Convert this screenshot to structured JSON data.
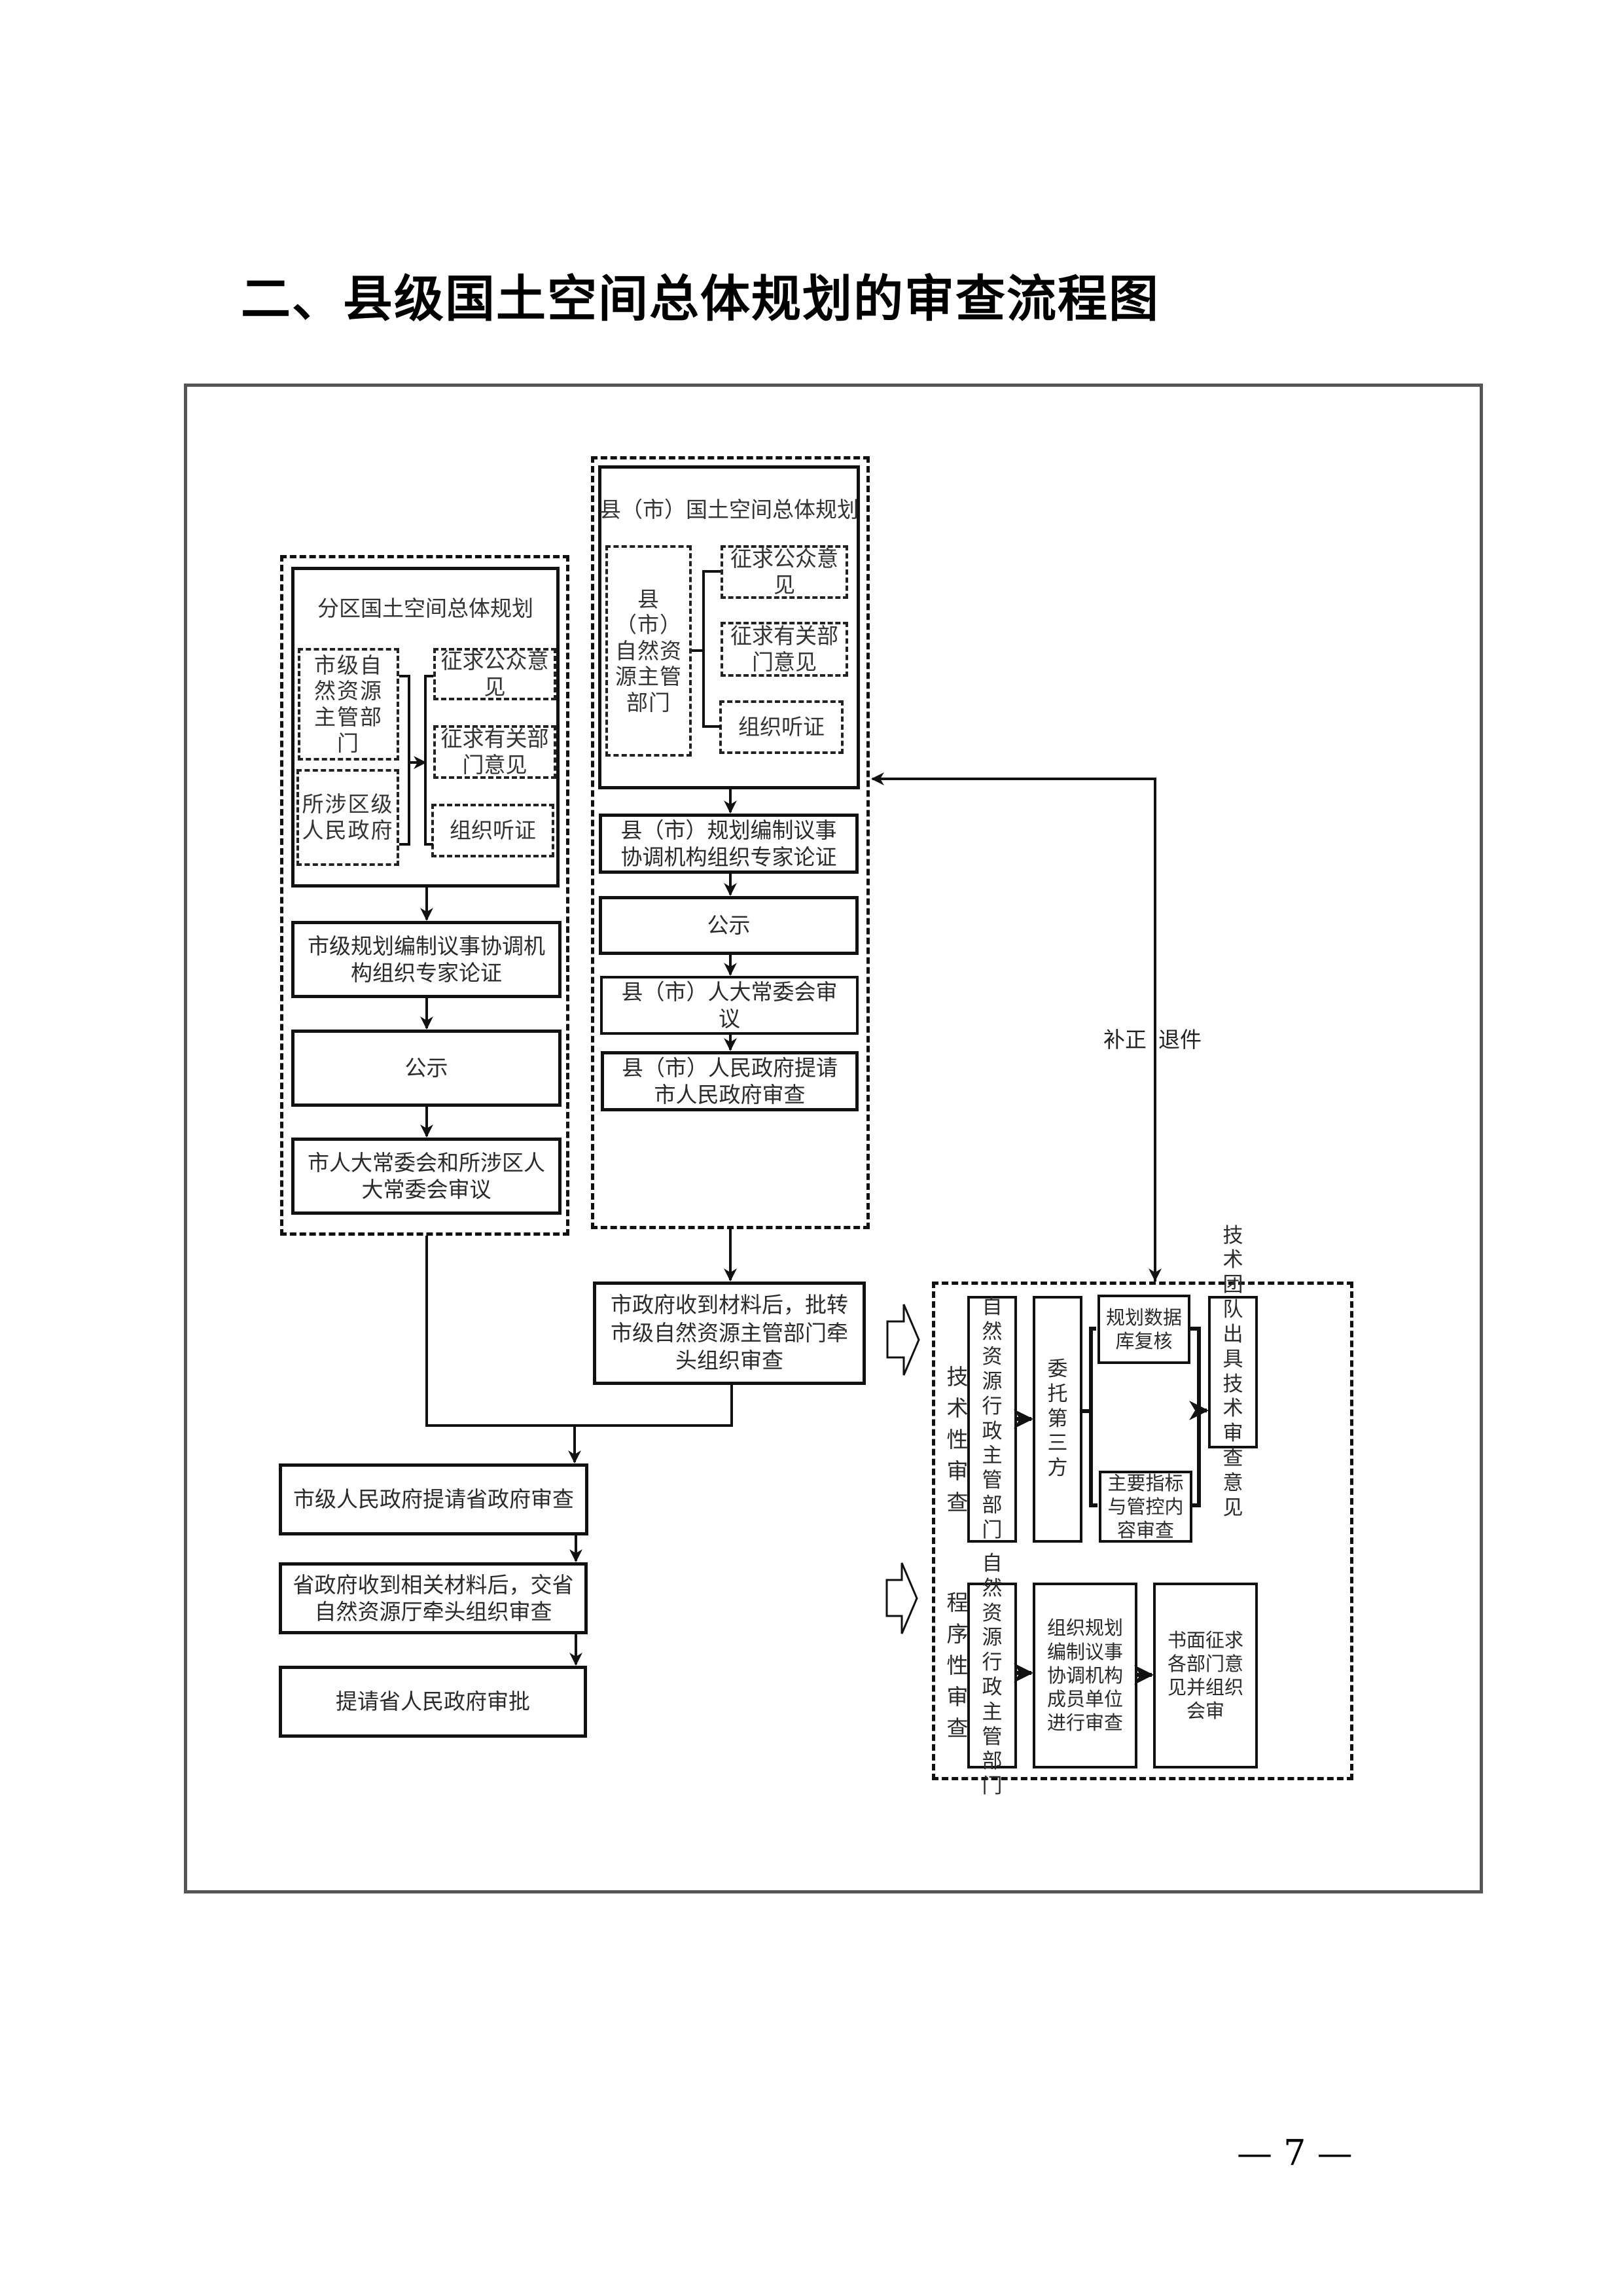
{
  "page": {
    "title": "二、县级国土空间总体规划的审查流程图",
    "page_number": "— 7 —"
  },
  "left_group": {
    "header": "分区国土空间总体规划",
    "actors": [
      "市级自然资源主管部门",
      "所涉区级人民政府"
    ],
    "activities": [
      "征求公众意见",
      "征求有关部门意见",
      "组织听证"
    ],
    "steps": [
      "市级规划编制议事协调机构组织专家论证",
      "公示",
      "市人大常委会和所涉区人大常委会审议"
    ]
  },
  "middle_group": {
    "header": "县（市）国土空间总体规划",
    "actor": "县（市）自然资源主管部门",
    "activities": [
      "征求公众意见",
      "征求有关部门意见",
      "组织听证"
    ],
    "steps": [
      "县（市）规划编制议事协调机构组织专家论证",
      "公示",
      "县（市）人大常委会审议",
      "县（市）人民政府提请市人民政府审查"
    ]
  },
  "city_review": "市政府收到材料后，批转市级自然资源主管部门牵头组织审查",
  "main_steps": [
    "市级人民政府提请省政府审查",
    "省政府收到相关材料后，交省自然资源厅牵头组织审查",
    "提请省人民政府审批"
  ],
  "feedback": {
    "left_label": "补正",
    "right_label": "退件"
  },
  "review_group": {
    "technical": {
      "label": "技术性审查",
      "authority": "自然资源行政主管部门",
      "delegate": "委托第三方",
      "checks": [
        "规划数据库复核",
        "主要指标与管控内容审查"
      ],
      "result": "技术团队出具技术审查意见"
    },
    "procedural": {
      "label": "程序性审查",
      "authority": "自然资源行政主管部门",
      "review": "组织规划编制议事协调机构成员单位进行审查",
      "result": "书面征求各部门意见并组织会审"
    }
  }
}
